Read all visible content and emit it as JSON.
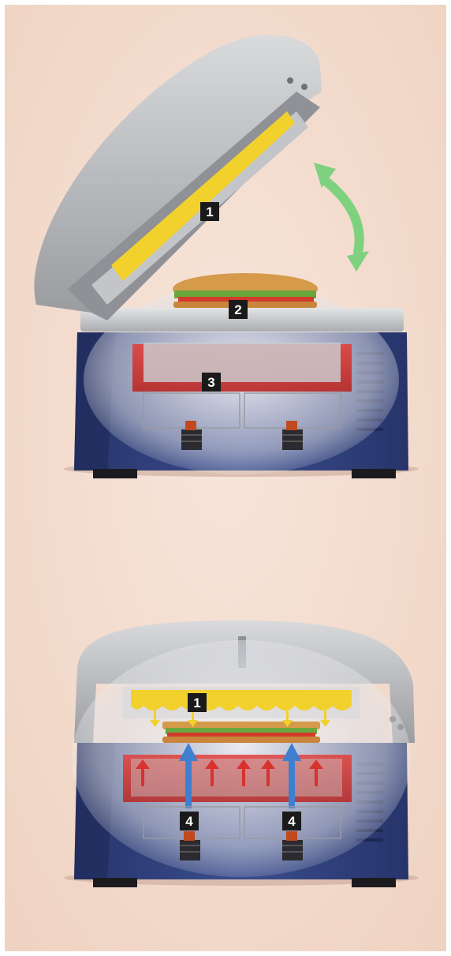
{
  "colors": {
    "background": "#f4ddd0",
    "lid": "#b7b9bc",
    "base_blue": "#2c3d78",
    "heater_yellow": "#f2d12c",
    "heat_red": "#d8322f",
    "airflow_blue": "#3f7fd0",
    "motion_arrow_green": "#7ed27f",
    "badge": "#1a1a1a"
  },
  "icons": {
    "motion_arrow": "curved-double-arrow-icon",
    "heat_arrows": "arrow-up-icon",
    "radiant_arrows": "arrow-down-icon"
  },
  "top_view": {
    "state": "lid-open",
    "callouts": [
      "1",
      "2",
      "3"
    ]
  },
  "bottom_view": {
    "state": "lid-closed",
    "callouts": [
      "1",
      "4",
      "4"
    ]
  }
}
